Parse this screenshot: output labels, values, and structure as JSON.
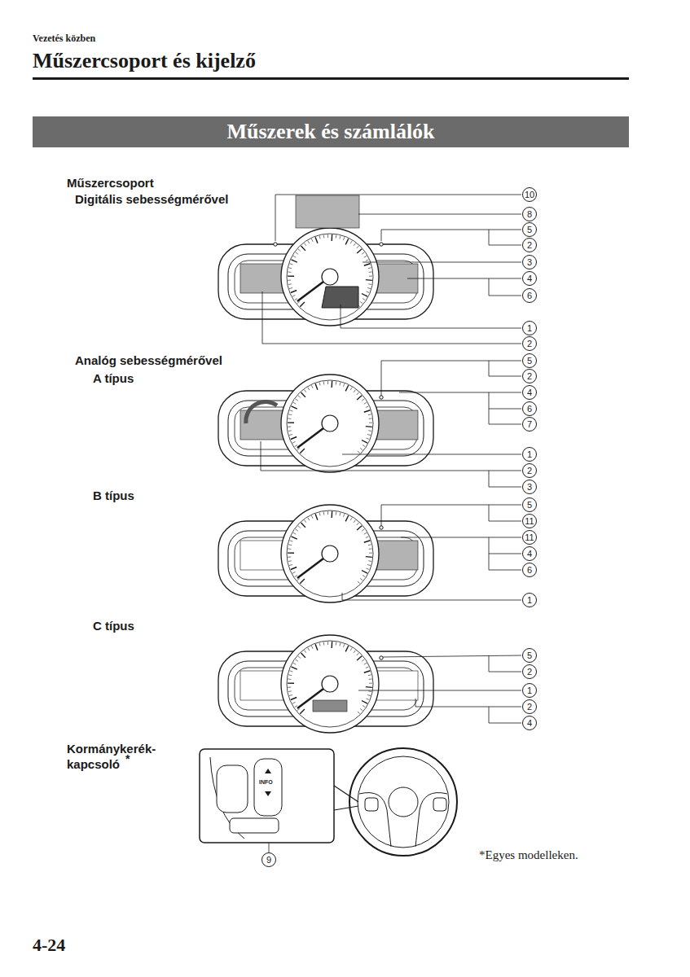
{
  "diagram": {
    "title": "Műszercsoport és kijelző",
    "nodes": [
      {
        "text": [
          "Műszerek és számlálók"
        ]
      }
    ],
    "edges": [],
    "labels": [
      "Vezetés közben",
      "Műszercsoport",
      "Digitális sebességmérővel",
      "Analóg sebességmérővel",
      "A típus",
      "B típus",
      "C típus",
      "Kormánykerék-kapcsoló",
      "*",
      "*Egyes modelleken.",
      "4-24",
      "INFO",
      "10",
      "8",
      "5",
      "2",
      "3",
      "4",
      "6",
      "1",
      "2",
      "5",
      "2",
      "4",
      "6",
      "7",
      "1",
      "2",
      "3",
      "5",
      "11",
      "11",
      "4",
      "6",
      "1",
      "5",
      "2",
      "1",
      "2",
      "4",
      "9"
    ]
  }
}
